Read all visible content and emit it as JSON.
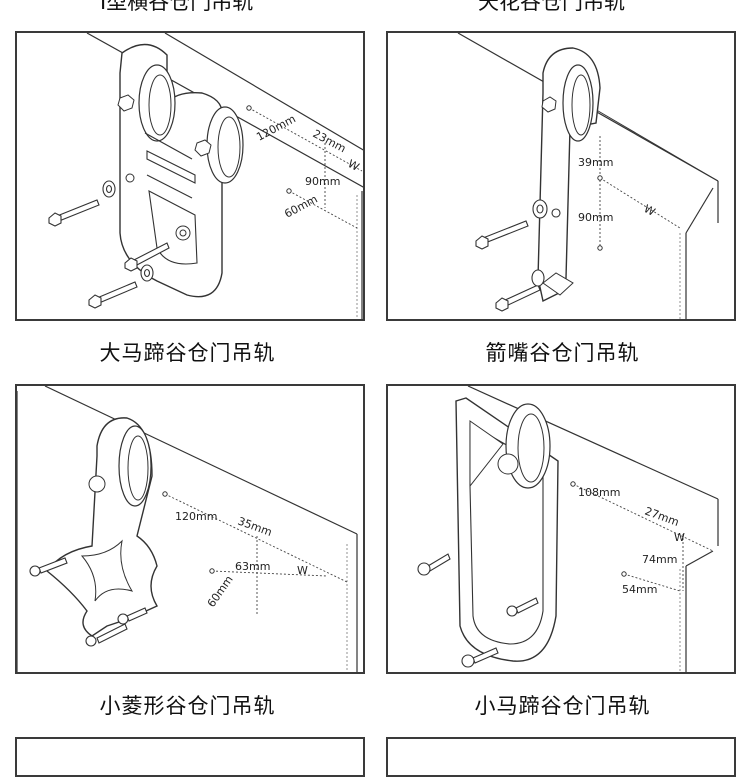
{
  "top_captions": [
    "I型横谷仓门吊轨",
    "天花谷仓门吊轨"
  ],
  "panels": [
    {
      "caption": "大马蹄谷仓门吊轨",
      "dims": {
        "a": "120mm",
        "b": "23mm",
        "c": "90mm",
        "d": "60mm",
        "w": "W"
      }
    },
    {
      "caption": "箭嘴谷仓门吊轨",
      "dims": {
        "a": "39mm",
        "b": "90mm",
        "w": "W"
      }
    },
    {
      "caption": "小菱形谷仓门吊轨",
      "dims": {
        "a": "120mm",
        "b": "35mm",
        "c": "63mm",
        "d": "60mm",
        "w": "W"
      }
    },
    {
      "caption": "小马蹄谷仓门吊轨",
      "dims": {
        "a": "108mm",
        "b": "27mm",
        "c": "74mm",
        "d": "54mm",
        "w": "W"
      }
    }
  ]
}
